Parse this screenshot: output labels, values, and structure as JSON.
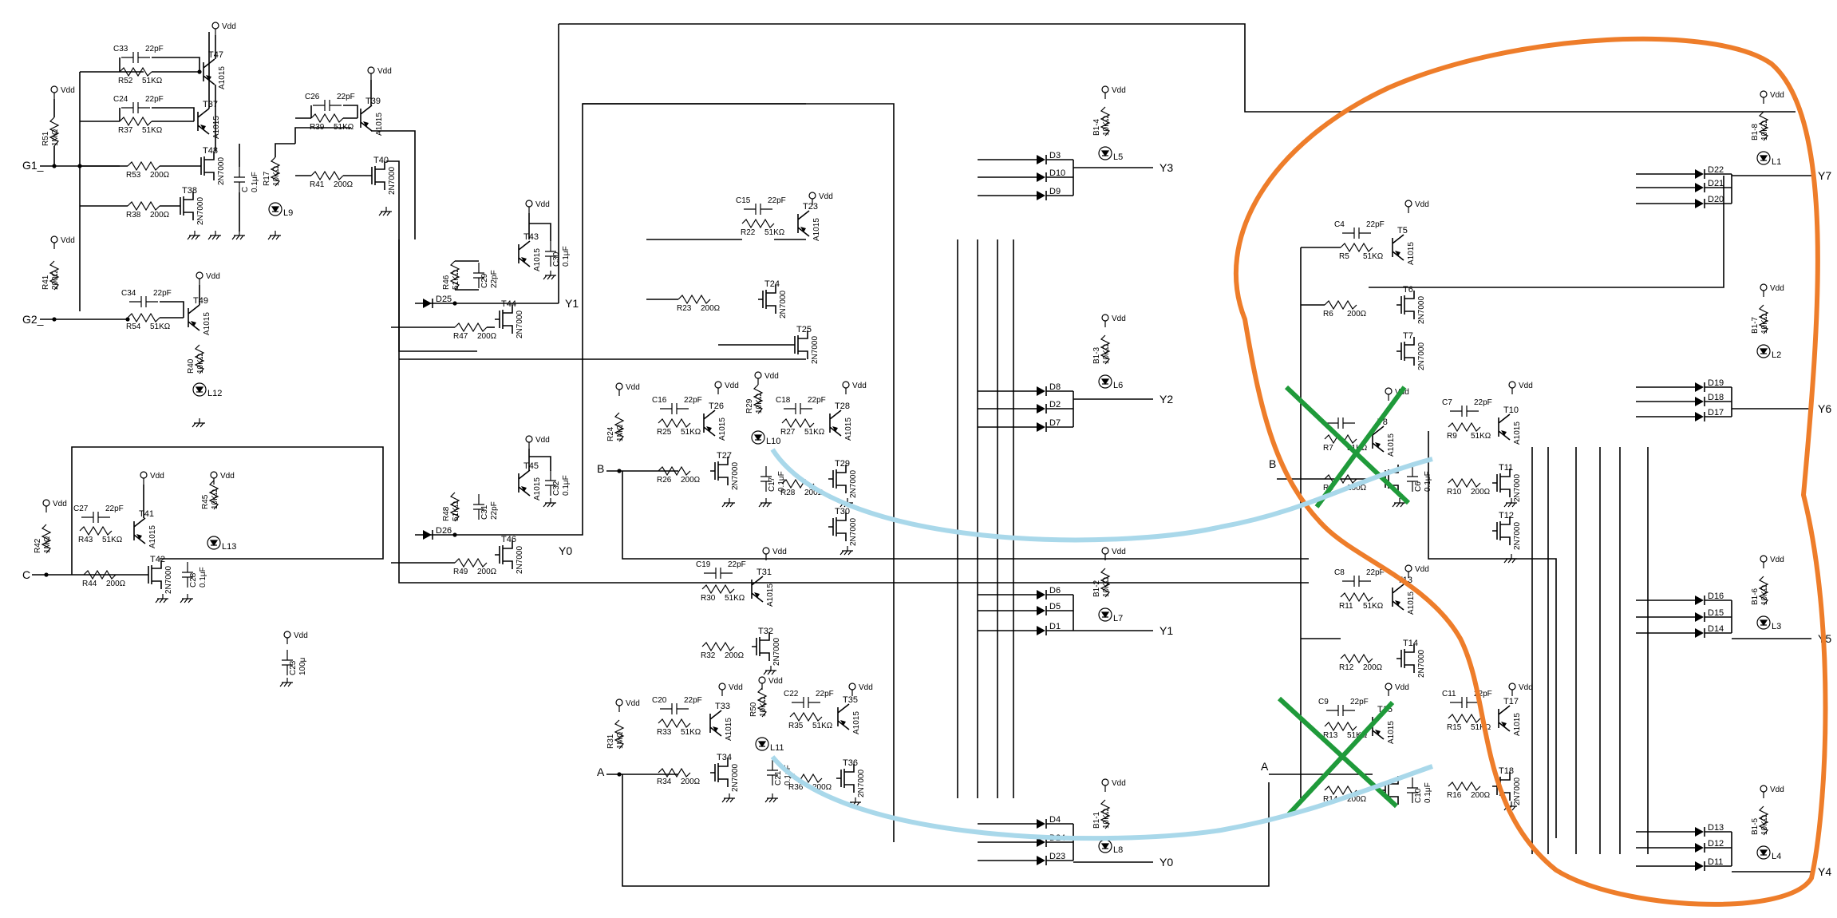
{
  "diagram": {
    "supply_label": "Vdd",
    "inputs": {
      "g1": "G1_",
      "g2": "G2_",
      "c": "C",
      "b": "B",
      "a": "A",
      "b_right": "B",
      "a_right": "A"
    },
    "outputs": {
      "y1_mid": "Y1",
      "y0_mid": "Y0",
      "y3": "Y3",
      "y2": "Y2",
      "y1": "Y1",
      "y0": "Y0",
      "y7": "Y7",
      "y6": "Y6",
      "y5": "Y5",
      "y4": "Y4"
    },
    "parts": [
      {
        "ref": "C33",
        "val": "22pF"
      },
      {
        "ref": "R52",
        "val": "51KΩ"
      },
      {
        "ref": "T47",
        "val": "A1015"
      },
      {
        "ref": "C24",
        "val": "22pF"
      },
      {
        "ref": "R37",
        "val": "51KΩ"
      },
      {
        "ref": "T37",
        "val": "A1015"
      },
      {
        "ref": "R51",
        "val": "1MΩ"
      },
      {
        "ref": "R53",
        "val": "200Ω"
      },
      {
        "ref": "T48",
        "val": "2N7000"
      },
      {
        "ref": "R38",
        "val": "200Ω"
      },
      {
        "ref": "T38",
        "val": "2N7000"
      },
      {
        "ref": "C",
        "val": "0.1μF"
      },
      {
        "ref": "R17",
        "val": "10KΩ"
      },
      {
        "ref": "L9",
        "val": ""
      },
      {
        "ref": "C26",
        "val": "22pF"
      },
      {
        "ref": "R39",
        "val": "51KΩ"
      },
      {
        "ref": "T39",
        "val": "A1015"
      },
      {
        "ref": "R41",
        "val": "200Ω"
      },
      {
        "ref": "T40",
        "val": "2N7000"
      },
      {
        "ref": "C34",
        "val": "22pF"
      },
      {
        "ref": "R54",
        "val": "51KΩ"
      },
      {
        "ref": "T49",
        "val": "A1015"
      },
      {
        "ref": "R40",
        "val": "10KΩ"
      },
      {
        "ref": "L12",
        "val": ""
      },
      {
        "ref": "T43",
        "val": "A1015"
      },
      {
        "ref": "C30",
        "val": "0.1μF"
      },
      {
        "ref": "R46",
        "val": "51KΩ"
      },
      {
        "ref": "C29",
        "val": "22pF"
      },
      {
        "ref": "D25",
        "val": ""
      },
      {
        "ref": "R47",
        "val": "200Ω"
      },
      {
        "ref": "T44",
        "val": "2N7000"
      },
      {
        "ref": "T45",
        "val": "A1015"
      },
      {
        "ref": "C32",
        "val": "0.1μF"
      },
      {
        "ref": "R48",
        "val": "51KΩ"
      },
      {
        "ref": "C31",
        "val": "22pF"
      },
      {
        "ref": "D26",
        "val": ""
      },
      {
        "ref": "R49",
        "val": "200Ω"
      },
      {
        "ref": "T46",
        "val": "2N7000"
      },
      {
        "ref": "C27",
        "val": "22pF"
      },
      {
        "ref": "R43",
        "val": "51KΩ"
      },
      {
        "ref": "T41",
        "val": "A1015"
      },
      {
        "ref": "R42",
        "val": "1MΩ"
      },
      {
        "ref": "R44",
        "val": "200Ω"
      },
      {
        "ref": "T42",
        "val": "2N7000"
      },
      {
        "ref": "C28",
        "val": "0.1μF"
      },
      {
        "ref": "R45",
        "val": "10KΩ"
      },
      {
        "ref": "L13",
        "val": ""
      },
      {
        "ref": "C23",
        "val": "100μ"
      },
      {
        "ref": "C15",
        "val": "22pF"
      },
      {
        "ref": "R22",
        "val": "51KΩ"
      },
      {
        "ref": "T23",
        "val": "A1015"
      },
      {
        "ref": "R23",
        "val": "200Ω"
      },
      {
        "ref": "T24",
        "val": "2N7000"
      },
      {
        "ref": "T25",
        "val": "2N7000"
      },
      {
        "ref": "C16",
        "val": "22pF"
      },
      {
        "ref": "R25",
        "val": "51KΩ"
      },
      {
        "ref": "T26",
        "val": "A1015"
      },
      {
        "ref": "R24",
        "val": "1MΩ"
      },
      {
        "ref": "R26",
        "val": "200Ω"
      },
      {
        "ref": "T27",
        "val": "2N7000"
      },
      {
        "ref": "R29",
        "val": "10KΩ"
      },
      {
        "ref": "L10",
        "val": ""
      },
      {
        "ref": "C18",
        "val": "22pF"
      },
      {
        "ref": "R27",
        "val": "51KΩ"
      },
      {
        "ref": "T28",
        "val": "A1015"
      },
      {
        "ref": "C17",
        "val": "0.1μF"
      },
      {
        "ref": "R28",
        "val": "200Ω"
      },
      {
        "ref": "T29",
        "val": "2N7000"
      },
      {
        "ref": "T30",
        "val": "2N7000"
      },
      {
        "ref": "C19",
        "val": "22pF"
      },
      {
        "ref": "R30",
        "val": "51KΩ"
      },
      {
        "ref": "T31",
        "val": "A1015"
      },
      {
        "ref": "R32",
        "val": "200Ω"
      },
      {
        "ref": "T32",
        "val": "2N7000"
      },
      {
        "ref": "C20",
        "val": "22pF"
      },
      {
        "ref": "R33",
        "val": "51KΩ"
      },
      {
        "ref": "T33",
        "val": "A1015"
      },
      {
        "ref": "R31",
        "val": "1MΩ"
      },
      {
        "ref": "R34",
        "val": "200Ω"
      },
      {
        "ref": "T34",
        "val": "2N7000"
      },
      {
        "ref": "R50",
        "val": "10KΩ"
      },
      {
        "ref": "L11",
        "val": ""
      },
      {
        "ref": "C22",
        "val": "22pF"
      },
      {
        "ref": "R35",
        "val": "51KΩ"
      },
      {
        "ref": "T35",
        "val": "A1015"
      },
      {
        "ref": "C21",
        "val": "0.1μF"
      },
      {
        "ref": "R36",
        "val": "200Ω"
      },
      {
        "ref": "T36",
        "val": "2N7000"
      },
      {
        "ref": "B1-4",
        "val": "10KΩ"
      },
      {
        "ref": "L5",
        "val": ""
      },
      {
        "ref": "D3",
        "val": ""
      },
      {
        "ref": "D10",
        "val": ""
      },
      {
        "ref": "D9",
        "val": ""
      },
      {
        "ref": "B1-3",
        "val": "10KΩ"
      },
      {
        "ref": "L6",
        "val": ""
      },
      {
        "ref": "D8",
        "val": ""
      },
      {
        "ref": "D2",
        "val": ""
      },
      {
        "ref": "D7",
        "val": ""
      },
      {
        "ref": "B1-2",
        "val": "10KΩ"
      },
      {
        "ref": "L7",
        "val": ""
      },
      {
        "ref": "D6",
        "val": ""
      },
      {
        "ref": "D5",
        "val": ""
      },
      {
        "ref": "D1",
        "val": ""
      },
      {
        "ref": "B1-1",
        "val": "10KΩ"
      },
      {
        "ref": "L8",
        "val": ""
      },
      {
        "ref": "D4",
        "val": ""
      },
      {
        "ref": "D24",
        "val": ""
      },
      {
        "ref": "D23",
        "val": ""
      },
      {
        "ref": "C4",
        "val": "22pF"
      },
      {
        "ref": "R5",
        "val": "51KΩ"
      },
      {
        "ref": "T5",
        "val": "A1015"
      },
      {
        "ref": "R6",
        "val": "200Ω"
      },
      {
        "ref": "T6",
        "val": "2N7000"
      },
      {
        "ref": "T7",
        "val": "2N7000"
      },
      {
        "ref": "R7",
        "val": "51KΩ"
      },
      {
        "ref": "T8",
        "val": "A1015"
      },
      {
        "ref": "R8",
        "val": "200Ω"
      },
      {
        "ref": "C6",
        "val": "0.1μF"
      },
      {
        "ref": "C7",
        "val": "22pF"
      },
      {
        "ref": "R9",
        "val": "51KΩ"
      },
      {
        "ref": "T10",
        "val": "A1015"
      },
      {
        "ref": "R10",
        "val": "200Ω"
      },
      {
        "ref": "T11",
        "val": "2N7000"
      },
      {
        "ref": "T12",
        "val": "2N7000"
      },
      {
        "ref": "C8",
        "val": "22pF"
      },
      {
        "ref": "R11",
        "val": "51KΩ"
      },
      {
        "ref": "T13",
        "val": "A1015"
      },
      {
        "ref": "R12",
        "val": "200Ω"
      },
      {
        "ref": "T14",
        "val": "2N7000"
      },
      {
        "ref": "C9",
        "val": "22pF"
      },
      {
        "ref": "R13",
        "val": "51KΩ"
      },
      {
        "ref": "T15",
        "val": "A1015"
      },
      {
        "ref": "R14",
        "val": "200Ω"
      },
      {
        "ref": "C10",
        "val": "0.1μF"
      },
      {
        "ref": "C11",
        "val": "22pF"
      },
      {
        "ref": "R15",
        "val": "51KΩ"
      },
      {
        "ref": "T17",
        "val": "A1015"
      },
      {
        "ref": "R16",
        "val": "200Ω"
      },
      {
        "ref": "T18",
        "val": "2N7000"
      },
      {
        "ref": "B1-8",
        "val": "10KΩ"
      },
      {
        "ref": "L1",
        "val": ""
      },
      {
        "ref": "D22",
        "val": ""
      },
      {
        "ref": "D21",
        "val": ""
      },
      {
        "ref": "D20",
        "val": ""
      },
      {
        "ref": "B1-7",
        "val": "10KΩ"
      },
      {
        "ref": "L2",
        "val": ""
      },
      {
        "ref": "D19",
        "val": ""
      },
      {
        "ref": "D18",
        "val": ""
      },
      {
        "ref": "D17",
        "val": ""
      },
      {
        "ref": "B1-6",
        "val": "10KΩ"
      },
      {
        "ref": "L3",
        "val": ""
      },
      {
        "ref": "D16",
        "val": ""
      },
      {
        "ref": "D15",
        "val": ""
      },
      {
        "ref": "D14",
        "val": ""
      },
      {
        "ref": "B1-5",
        "val": "10KΩ"
      },
      {
        "ref": "L4",
        "val": ""
      },
      {
        "ref": "D13",
        "val": ""
      },
      {
        "ref": "D12",
        "val": ""
      },
      {
        "ref": "D11",
        "val": ""
      }
    ],
    "markup_colors": {
      "highlight_ring": "#ee7d2a",
      "cross_mark": "#1f9a3a",
      "link_curve": "#a9d8ea"
    }
  }
}
